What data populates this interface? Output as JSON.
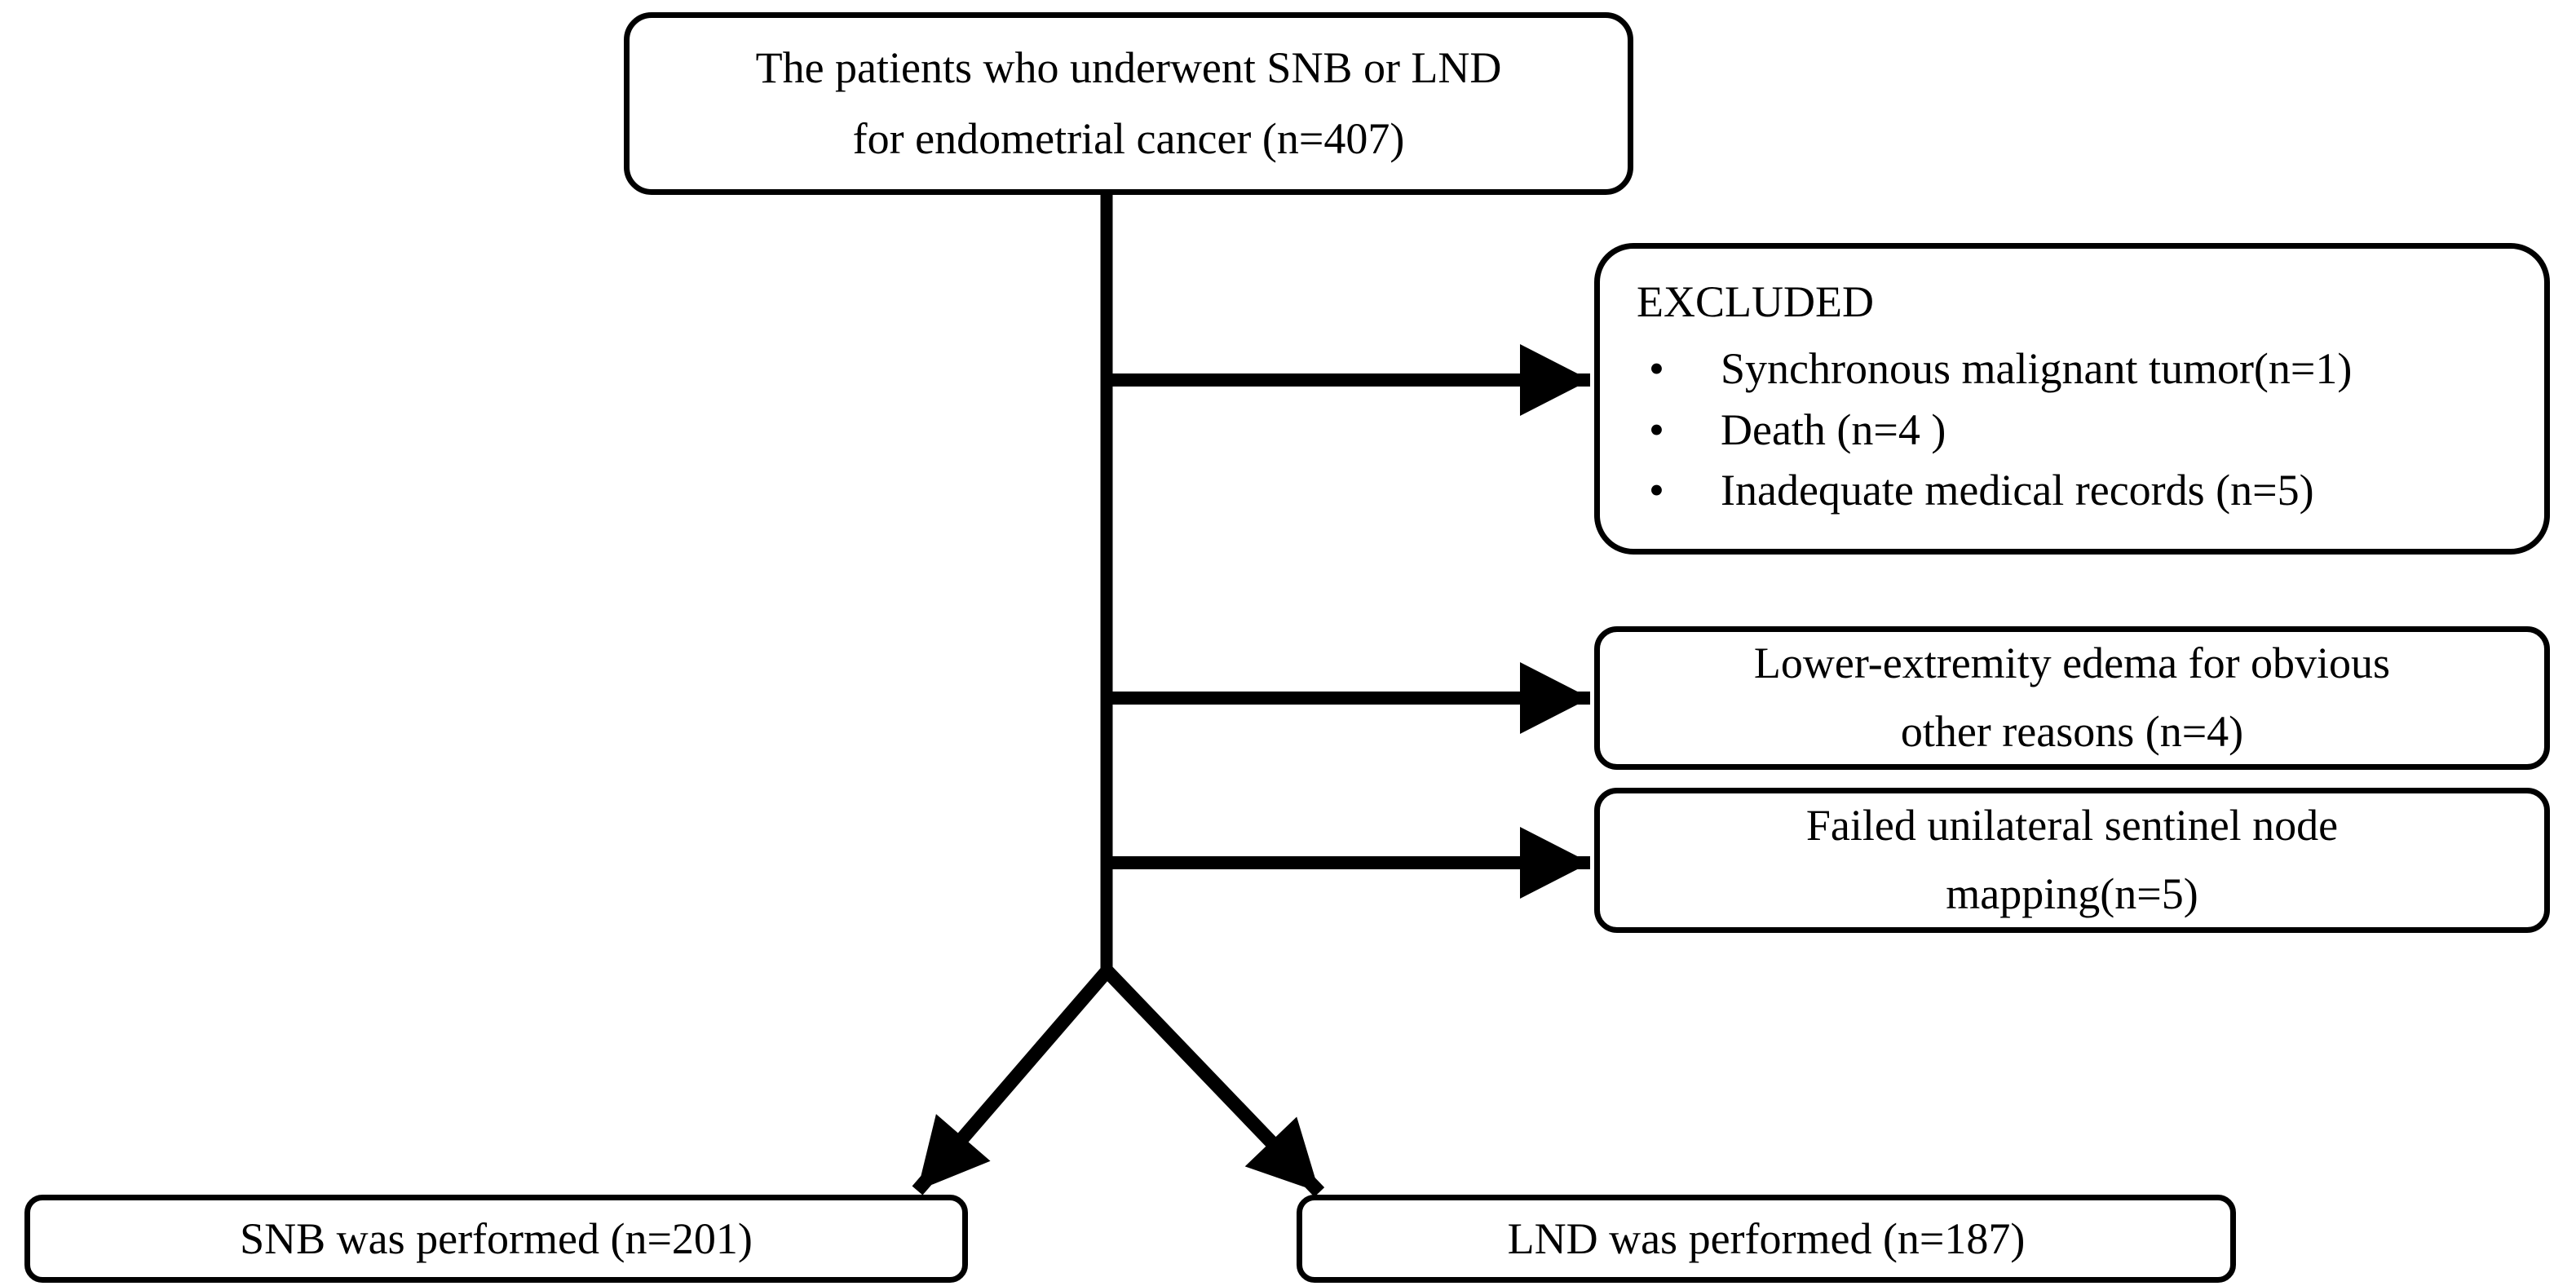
{
  "flowchart": {
    "start": {
      "lines": [
        "The patients who underwent SNB or LND",
        "for endometrial cancer (n=407)"
      ]
    },
    "excluded": {
      "heading": "EXCLUDED",
      "bullet_glyph": "•",
      "items": [
        "Synchronous malignant tumor(n=1)",
        "Death (n=4 )",
        "Inadequate medical records (n=5)"
      ]
    },
    "edema": {
      "lines": [
        "Lower-extremity edema for obvious",
        "other reasons (n=4)"
      ]
    },
    "failed_mapping": {
      "lines": [
        "Failed unilateral sentinel node",
        "mapping(n=5)"
      ]
    },
    "outcomes": {
      "left": "SNB was performed (n=201)",
      "right": "LND was performed (n=187)"
    },
    "counts": {
      "start": 407,
      "synchronous_tumor": 1,
      "death": 4,
      "inadequate_records": 5,
      "edema": 4,
      "failed_mapping": 5,
      "snb": 201,
      "lnd": 187
    },
    "colors": {
      "background": "#ffffff",
      "line": "#000000",
      "box_border": "#000000",
      "text": "#000000"
    }
  }
}
